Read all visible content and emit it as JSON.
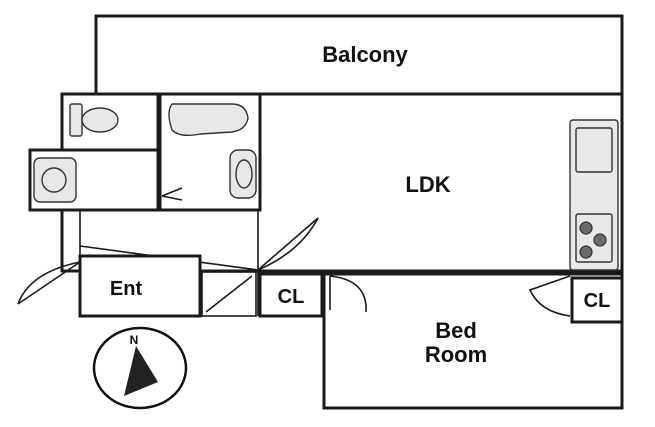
{
  "rooms": {
    "balcony": "Balcony",
    "ldk": "LDK",
    "entrance": "Ent",
    "closet_left": "CL",
    "closet_right": "CL",
    "bedroom_line1": "Bed",
    "bedroom_line2": "Room"
  },
  "compass": {
    "north_label": "N",
    "icon": "north-arrow-icon"
  },
  "fixtures": [
    "toilet-icon",
    "bathtub-icon",
    "washbasin-icon",
    "sink-icon",
    "kitchen-counter-icon",
    "stove-icon"
  ]
}
